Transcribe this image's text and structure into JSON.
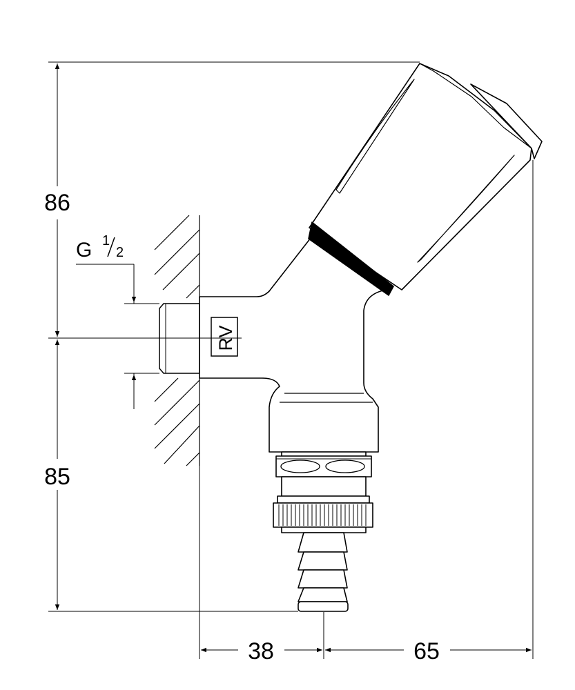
{
  "dimensions": {
    "height_upper": "86",
    "height_lower": "85",
    "width_left": "38",
    "width_right": "65"
  },
  "thread": {
    "letter": "G",
    "numerator": "1",
    "denominator": "2"
  },
  "body_marking": "RV"
}
